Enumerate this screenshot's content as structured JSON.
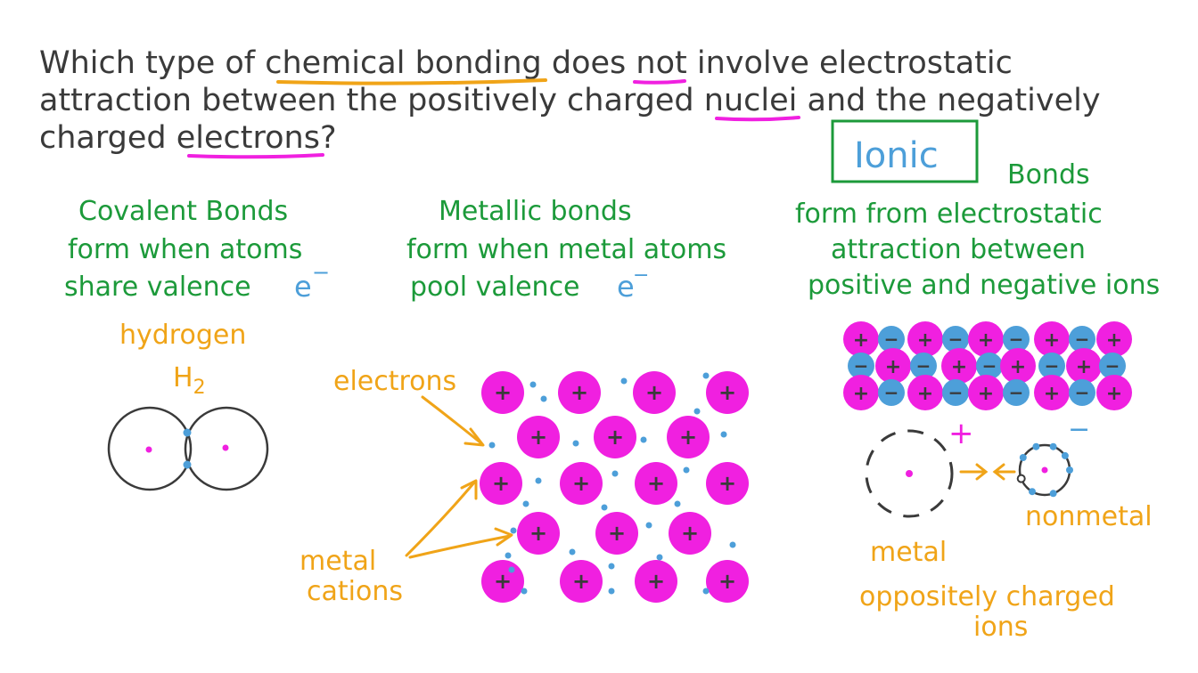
{
  "question": {
    "line1_a": "Which type of ",
    "line1_b": "chemical bonding",
    "line1_c": " does ",
    "line1_d": "not",
    "line1_e": " involve electrostatic",
    "line2_a": "attraction between the positively charged ",
    "line2_b": "nuclei",
    "line2_c": " and the negatively",
    "line3_a": "charged ",
    "line3_b": "electrons",
    "line3_c": "?"
  },
  "covalent": {
    "title": "Covalent Bonds",
    "line1": "form when atoms",
    "line2": "share valence",
    "electron_symbol": "e",
    "minus": "−",
    "example_name": "hydrogen",
    "formula_main": "H",
    "formula_sub": "2"
  },
  "metallic": {
    "title": "Metallic bonds",
    "line1": "form when metal atoms",
    "line2": "pool valence",
    "electron_symbol": "e",
    "minus": "−",
    "electrons_label": "electrons",
    "cations_label_1": "metal",
    "cations_label_2": "cations",
    "cation_sign": "+"
  },
  "ionic": {
    "boxed_word": "Ionic",
    "title": "Bonds",
    "line1": "form from electrostatic",
    "line2": "attraction between",
    "line3": "positive and negative ions",
    "plus_sign": "+",
    "minus_sign": "−",
    "metal_label": "metal",
    "nonmetal_label": "nonmetal",
    "caption_1": "oppositely charged",
    "caption_2": "ions"
  },
  "colors": {
    "ink": "#3a3a3a",
    "green": "#1c9a3a",
    "orange": "#f0a418",
    "magenta": "#f020e0",
    "blue": "#4d9fd9"
  }
}
